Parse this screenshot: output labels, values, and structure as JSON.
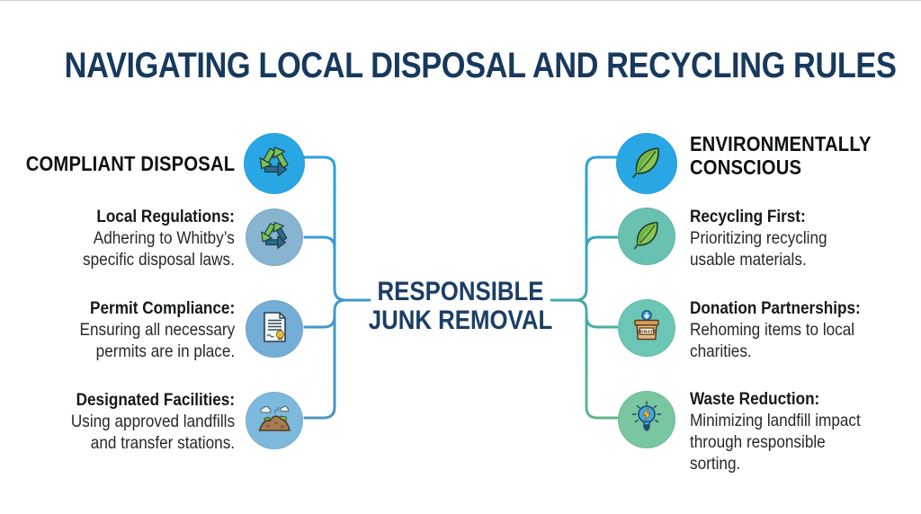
{
  "title": "NAVIGATING LOCAL DISPOSAL AND RECYCLING RULES",
  "center": {
    "line1": "RESPONSIBLE",
    "line2": "JUNK REMOVAL"
  },
  "left": {
    "header": {
      "label": "COMPLIANT DISPOSAL",
      "icon": "recycle-icon"
    },
    "items": [
      {
        "title": "Local Regulations:",
        "lines": [
          "Adhering to Whitby’s",
          "specific disposal laws."
        ],
        "icon": "recycle-icon"
      },
      {
        "title": "Permit Compliance:",
        "lines": [
          "Ensuring all necessary",
          "permits are in place."
        ],
        "icon": "certificate-icon"
      },
      {
        "title": "Designated Facilities:",
        "lines": [
          "Using approved landfills",
          "and transfer stations."
        ],
        "icon": "landfill-icon"
      }
    ]
  },
  "right": {
    "header": {
      "label_line1": "ENVIRONMENTALLY",
      "label_line2": "CONSCIOUS",
      "icon": "leaf-icon"
    },
    "items": [
      {
        "title": "Recycling First:",
        "lines": [
          "Prioritizing recycling",
          "usable materials."
        ],
        "icon": "leaf-icon"
      },
      {
        "title": "Donation Partnerships:",
        "lines": [
          "Rehoming items to local",
          "charities."
        ],
        "icon": "donate-box-icon"
      },
      {
        "title": "Waste Reduction:",
        "lines": [
          "Minimizing landfill impact",
          "through responsible",
          "sorting."
        ],
        "icon": "lightbulb-icon"
      }
    ]
  },
  "icons": {
    "donate_label": "DONATE"
  },
  "colors": {
    "title_navy": "#17395d",
    "center_navy": "#1b3e66",
    "header_circle": "#29a7e4",
    "left_circles": [
      "#86b4d1",
      "#74aed6",
      "#7db9dc"
    ],
    "right_circles": [
      "#68c1b1",
      "#6cc6b6",
      "#79c6a0"
    ],
    "connector_left_top": "#2aa1df",
    "connector_left_bottom": "#4f93bd",
    "connector_right_top": "#2aa1df",
    "connector_right_mid": "#3fa9ab",
    "connector_right_bottom": "#66b687"
  }
}
